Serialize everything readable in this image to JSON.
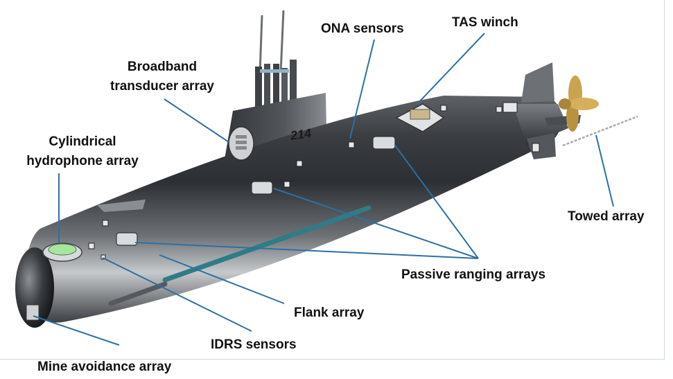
{
  "hull_number": "214",
  "labels": {
    "ona_sensors": "ONA sensors",
    "tas_winch": "TAS winch",
    "broadband_line1": "Broadband",
    "broadband_line2": "transducer array",
    "cylindrical_line1": "Cylindrical",
    "cylindrical_line2": "hydrophone array",
    "towed_array": "Towed array",
    "passive_ranging_arrays": "Passive ranging arrays",
    "flank_array": "Flank array",
    "idrs_sensors": "IDRS sensors",
    "mine_avoidance_array": "Mine avoidance array"
  },
  "colors": {
    "leader_line": "#2e6fa3",
    "hull_dark": "#2a2d31",
    "hull_light": "#c8cbce",
    "flank_array": "#2f7c86",
    "propeller": "#c9a44f",
    "hydrophone_ring": "#a8e6a0"
  }
}
